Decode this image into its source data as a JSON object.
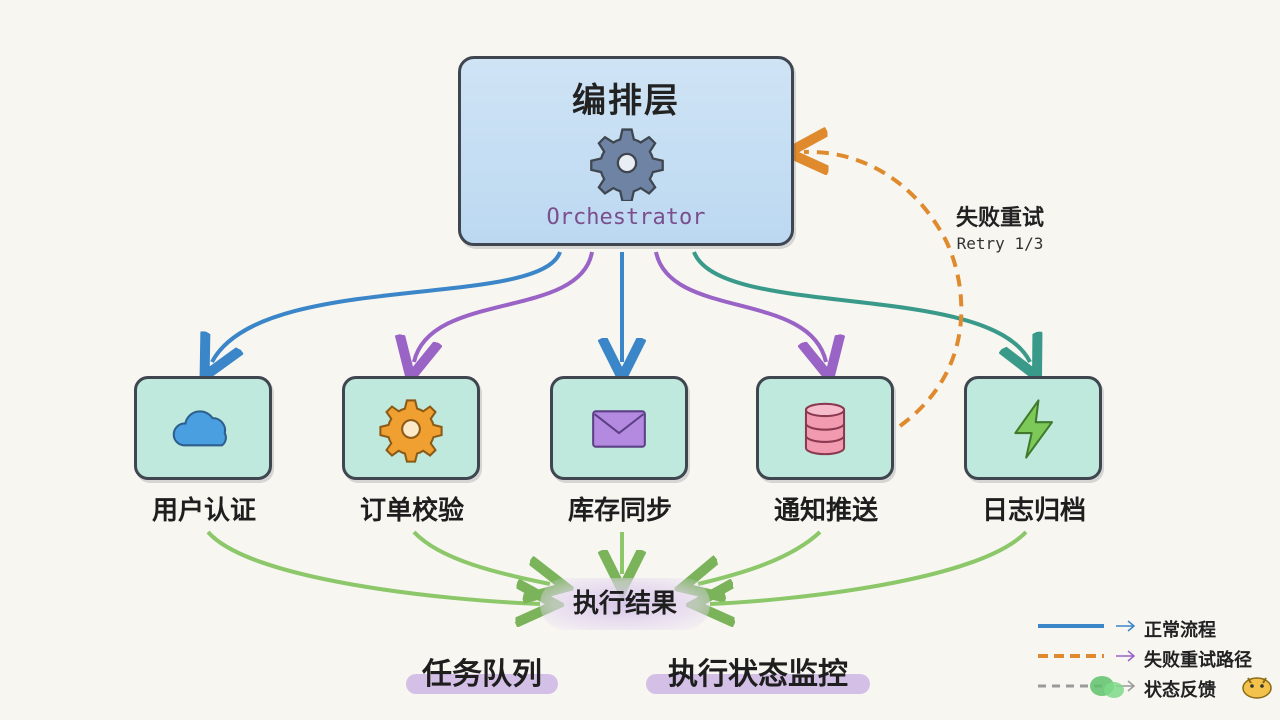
{
  "orchestrator": {
    "title": "编排层",
    "subtitle": "Orchestrator",
    "icon": "gear-icon"
  },
  "services": [
    {
      "label": "用户认证",
      "icon": "cloud-icon"
    },
    {
      "label": "订单校验",
      "icon": "gear-icon"
    },
    {
      "label": "库存同步",
      "icon": "envelope-icon"
    },
    {
      "label": "通知推送",
      "icon": "database-icon"
    },
    {
      "label": "日志归档",
      "icon": "lightning-icon"
    }
  ],
  "retry": {
    "label": "失败重试",
    "sub": "Retry 1/3"
  },
  "result": {
    "label": "执行结果"
  },
  "tags": [
    "任务队列",
    "执行状态监控"
  ],
  "legend": [
    {
      "label": "正常流程",
      "style": "solid",
      "color": "#3b86c9"
    },
    {
      "label": "失败重试路径",
      "style": "dashed",
      "color": "#e08a2e"
    },
    {
      "label": "状态反馈",
      "style": "dashed",
      "color": "#9a9a9a"
    }
  ],
  "colors": {
    "blue": "#3b86c9",
    "purple": "#9a63c6",
    "teal": "#3a9a8a",
    "green": "#8cc76a",
    "orange": "#e08a2e"
  }
}
